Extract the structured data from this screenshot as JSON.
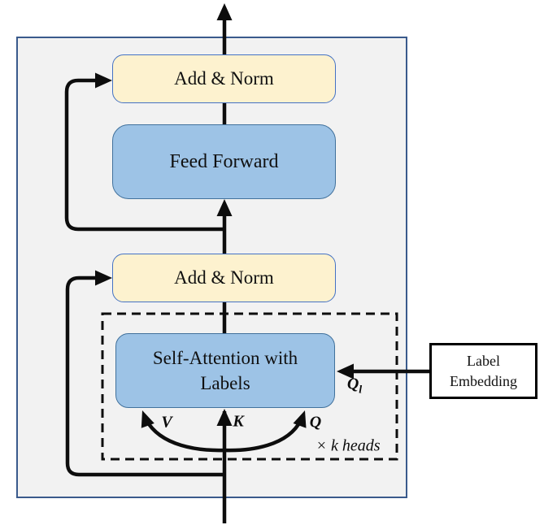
{
  "diagram": {
    "description": "Transformer encoder block with label-attention",
    "blocks": {
      "add_norm_top": {
        "label": "Add & Norm"
      },
      "feed_forward": {
        "label": "Feed Forward"
      },
      "add_norm_mid": {
        "label": "Add & Norm"
      },
      "self_attention": {
        "label_line1": "Self-Attention with",
        "label_line2": "Labels"
      },
      "label_embedding": {
        "label_line1": "Label",
        "label_line2": "Embedding"
      }
    },
    "edge_labels": {
      "value": "V",
      "key": "K",
      "query": "Q",
      "query_label_main": "Q",
      "query_label_sub": "l",
      "heads_note": "× k heads"
    },
    "colors": {
      "canvas_bg": "#ffffff",
      "container_fill": "#f2f2f2",
      "container_border": "#3a5a8c",
      "norm_fill": "#fdf2cf",
      "norm_border": "#4472c4",
      "attn_fill": "#9dc3e6",
      "attn_border": "#41719c",
      "embed_fill": "#ffffff",
      "embed_border": "#000000",
      "line_color": "#0d0d0d"
    }
  }
}
